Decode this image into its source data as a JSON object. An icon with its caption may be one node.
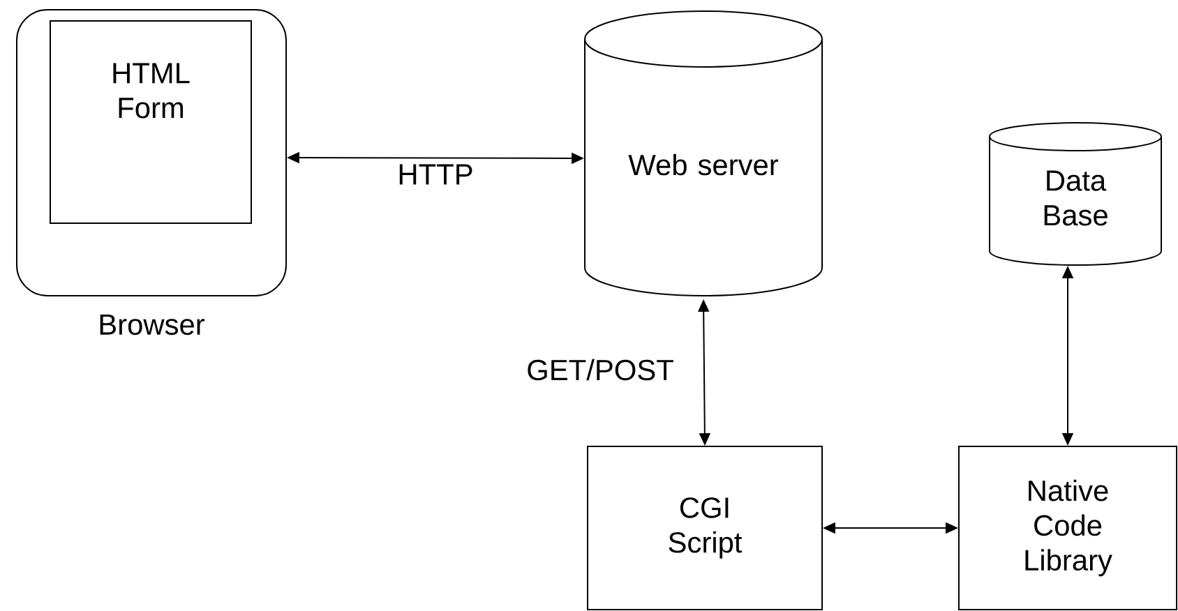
{
  "diagram": {
    "nodes": [
      {
        "text": [
          "Browser"
        ]
      },
      {
        "text": [
          "HTML Form"
        ],
        "in": 0
      },
      {
        "text": [
          "Web server"
        ]
      },
      {
        "text": [
          "Data Base"
        ]
      },
      {
        "text": [
          "CGI Script"
        ]
      },
      {
        "text": [
          "Native Code Library"
        ]
      }
    ],
    "edges": [
      {
        "from": 0,
        "to": 2,
        "arrow": "both",
        "label": "HTTP"
      },
      {
        "from": 2,
        "to": 4,
        "arrow": "both",
        "label": "GET/POST"
      },
      {
        "from": 4,
        "to": 5,
        "arrow": "both"
      },
      {
        "from": 3,
        "to": 5,
        "arrow": "both"
      }
    ]
  }
}
